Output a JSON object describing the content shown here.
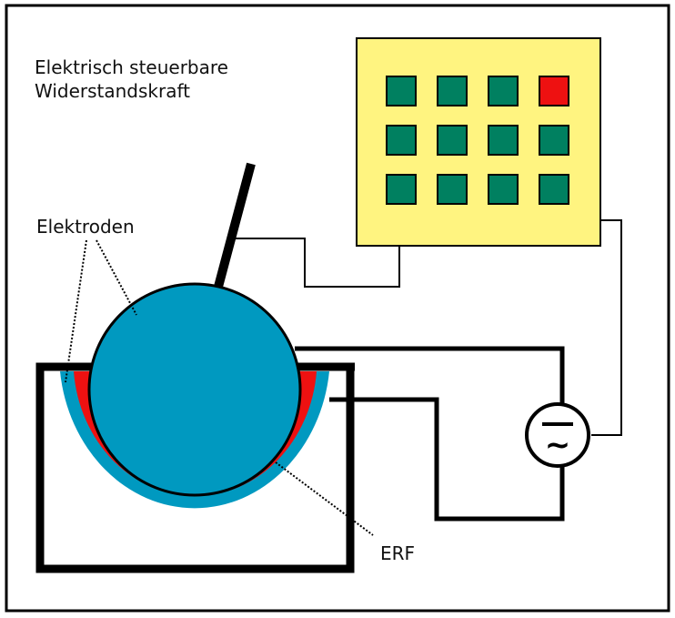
{
  "title": {
    "line1": "Elektrisch steuerbare",
    "line2": "Widerstandskraft"
  },
  "labels": {
    "electrodes": "Elektroden",
    "fluid": "ERF"
  },
  "colors": {
    "electrode": "#0099c0",
    "fluid": "#ee1111",
    "panel": "#fff480",
    "button": "#008060",
    "button_active": "#ee1111",
    "wire": "#000000"
  },
  "control_panel": {
    "rows": 3,
    "cols": 4,
    "active_buttons": [
      [
        0,
        3
      ]
    ]
  },
  "ac_source_symbol": "~"
}
